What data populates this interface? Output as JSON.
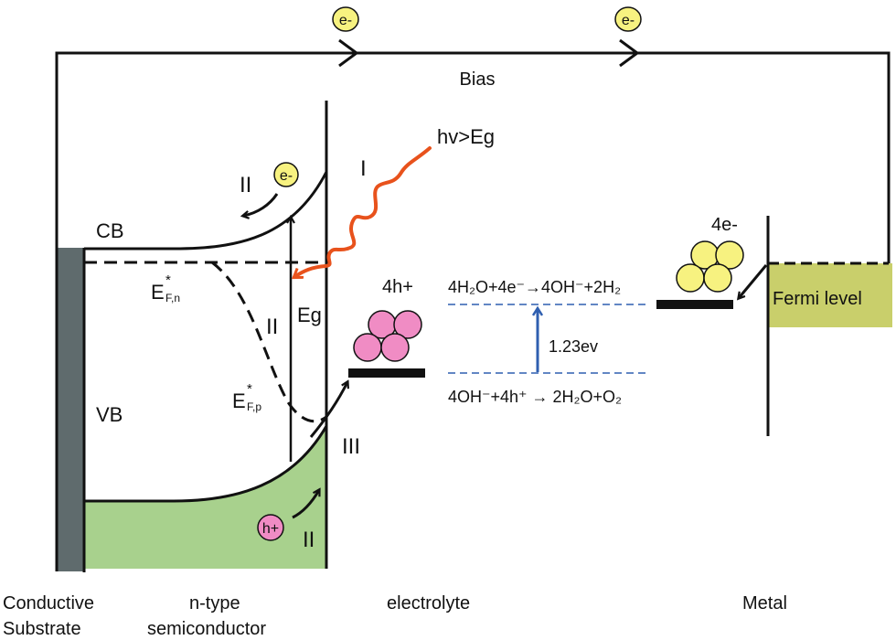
{
  "title": "Photoelectrochemical water splitting band diagram",
  "circuit": {
    "bias_label": "Bias",
    "electron_badge": "e-"
  },
  "semiconductor": {
    "cb_label": "CB",
    "vb_label": "VB",
    "eg_label": "Eg",
    "efn_main": "E",
    "efn_sup": "*",
    "efn_sub": "F,n",
    "efp_main": "E",
    "efp_sup": "*",
    "efp_sub": "F,p",
    "electron_badge": "e-",
    "hole_badge": "h+"
  },
  "processes": {
    "step_I": "I",
    "step_II": "II",
    "step_III": "III",
    "photon_label": "hv>Eg"
  },
  "electrolyte": {
    "holes_label": "4h+",
    "electrons_label": "4e-",
    "reduction_eq": "4H₂O+4e⁻→4OH⁻+2H₂",
    "oxidation_eq": "4OH⁻+4h⁺ → 2H₂O+O₂",
    "gap_label": "1.23ev"
  },
  "metal": {
    "fermi_label": "Fermi level"
  },
  "bottom_labels": {
    "substrate_line1": "Conductive",
    "substrate_line2": "Substrate",
    "semiconductor_line1": "n-type",
    "semiconductor_line2": "semiconductor",
    "electrolyte": "electrolyte",
    "metal": "Metal"
  },
  "colors": {
    "substrate": "#5f6b6d",
    "vb_fill": "#a8d18d",
    "fermi_fill": "#c9cf6b",
    "photon": "#e8521c",
    "electron": "#f7f280",
    "hole": "#f08cc4",
    "water_levels": "#2f5fb0"
  }
}
